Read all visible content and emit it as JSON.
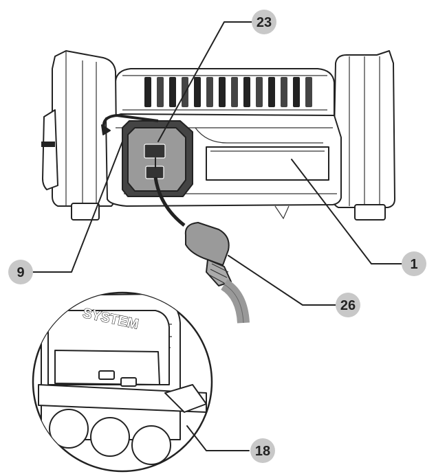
{
  "callouts": [
    {
      "id": "c23",
      "label": "23"
    },
    {
      "id": "c9",
      "label": "9"
    },
    {
      "id": "c1",
      "label": "1"
    },
    {
      "id": "c26",
      "label": "26"
    },
    {
      "id": "c18",
      "label": "18"
    }
  ],
  "detail": {
    "brand_text": "SYSTEM"
  },
  "colors": {
    "badge_fill": "#c8c8c8",
    "outline": "#222222",
    "port_fill": "#9a9a9a",
    "cable": "#888888"
  }
}
